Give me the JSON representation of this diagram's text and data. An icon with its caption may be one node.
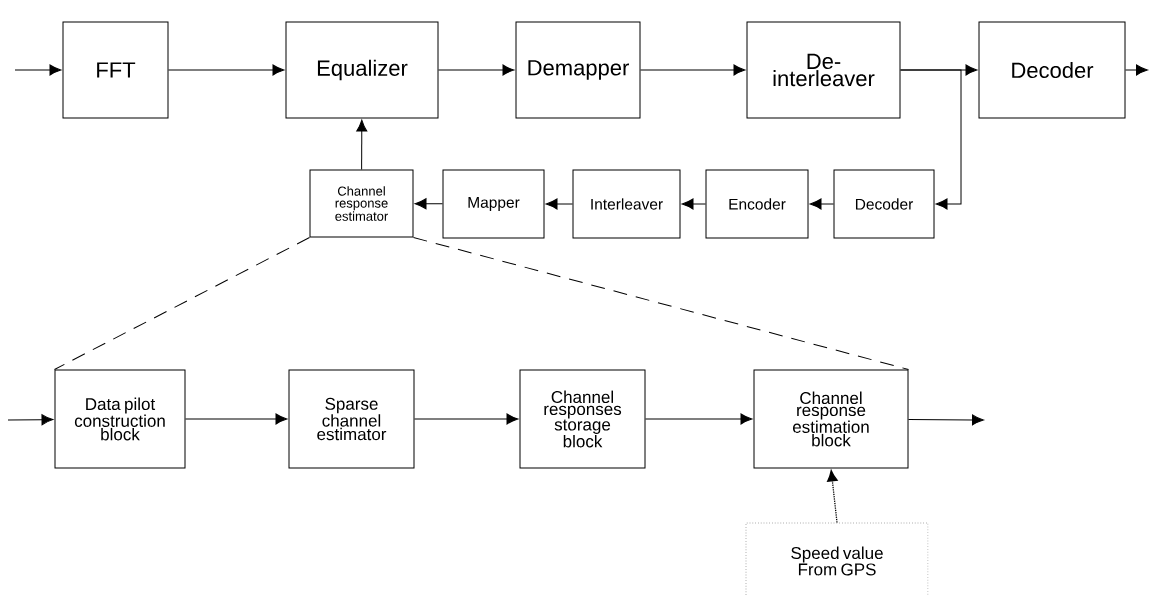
{
  "diagram": {
    "nodes": [
      {
        "text": [
          "FFT"
        ]
      },
      {
        "text": [
          "Equalizer"
        ]
      },
      {
        "text": [
          "Demapper"
        ]
      },
      {
        "text": [
          "De-interleaver"
        ]
      },
      {
        "text": [
          "Decoder"
        ]
      },
      {
        "text": [
          "Channel response estimator"
        ]
      },
      {
        "text": [
          "Mapper"
        ]
      },
      {
        "text": [
          "Interleaver"
        ]
      },
      {
        "text": [
          "Encoder"
        ]
      },
      {
        "text": [
          "Decoder"
        ]
      },
      {
        "text": [
          "Data pilot construction block"
        ]
      },
      {
        "text": [
          "Sparse channel estimator"
        ]
      },
      {
        "text": [
          "Channel responses storage block"
        ]
      },
      {
        "text": [
          "Channel response estimation block"
        ]
      },
      {
        "text": [
          "Speed value From GPS"
        ]
      }
    ],
    "edges": [
      {
        "from": null,
        "to": 0,
        "arrow": "to"
      },
      {
        "from": 0,
        "to": 1,
        "arrow": "to"
      },
      {
        "from": 1,
        "to": 2,
        "arrow": "to"
      },
      {
        "from": 2,
        "to": 3,
        "arrow": "to"
      },
      {
        "from": 3,
        "to": 4,
        "arrow": "to"
      },
      {
        "from": 4,
        "to": null,
        "arrow": "to"
      },
      {
        "from": 3,
        "to": 9,
        "arrow": "to"
      },
      {
        "from": 9,
        "to": 8,
        "arrow": "to"
      },
      {
        "from": 8,
        "to": 7,
        "arrow": "to"
      },
      {
        "from": 7,
        "to": 6,
        "arrow": "to"
      },
      {
        "from": 6,
        "to": 5,
        "arrow": "to"
      },
      {
        "from": 5,
        "to": 1,
        "arrow": "to"
      },
      {
        "from": 5,
        "to": 10,
        "arrow": "none",
        "style": "dashed"
      },
      {
        "from": 5,
        "to": 13,
        "arrow": "none",
        "style": "dashed"
      },
      {
        "from": null,
        "to": 10,
        "arrow": "to"
      },
      {
        "from": 10,
        "to": 11,
        "arrow": "to"
      },
      {
        "from": 11,
        "to": 12,
        "arrow": "to"
      },
      {
        "from": 12,
        "to": 13,
        "arrow": "to"
      },
      {
        "from": 13,
        "to": null,
        "arrow": "to"
      },
      {
        "from": 14,
        "to": 13,
        "arrow": "to",
        "style": "dashed"
      }
    ]
  }
}
